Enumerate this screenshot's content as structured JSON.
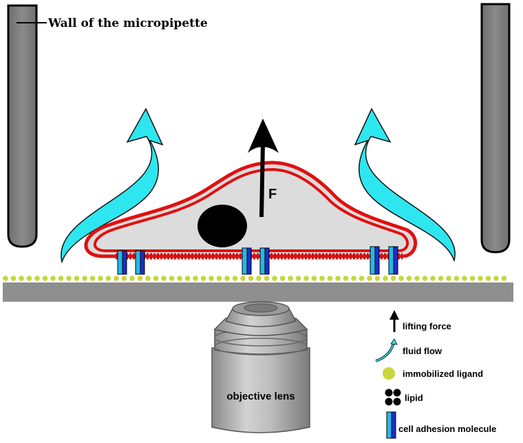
{
  "labels": {
    "wall": "Wall of the micropipette",
    "force_symbol": "F",
    "objective": "objective lens"
  },
  "legend": [
    {
      "id": "lifting-force",
      "label": "lifting force"
    },
    {
      "id": "fluid-flow",
      "label": "fluid flow"
    },
    {
      "id": "immobilized-ligand",
      "label": "immobilized ligand"
    },
    {
      "id": "lipid",
      "label": "lipid"
    },
    {
      "id": "cell-adhesion-molecule",
      "label": "cell adhesion molecule"
    }
  ],
  "colors": {
    "pipette_wall": "#808080",
    "substrate": "#8f8f8f",
    "ligand": "#c8d63a",
    "membrane": "#e01010",
    "cell_body": "#dcdcdc",
    "nucleus": "#000000",
    "fluid": "#2ee6ef",
    "adhesion_light": "#25b8e6",
    "adhesion_dark": "#1a2fc8"
  }
}
